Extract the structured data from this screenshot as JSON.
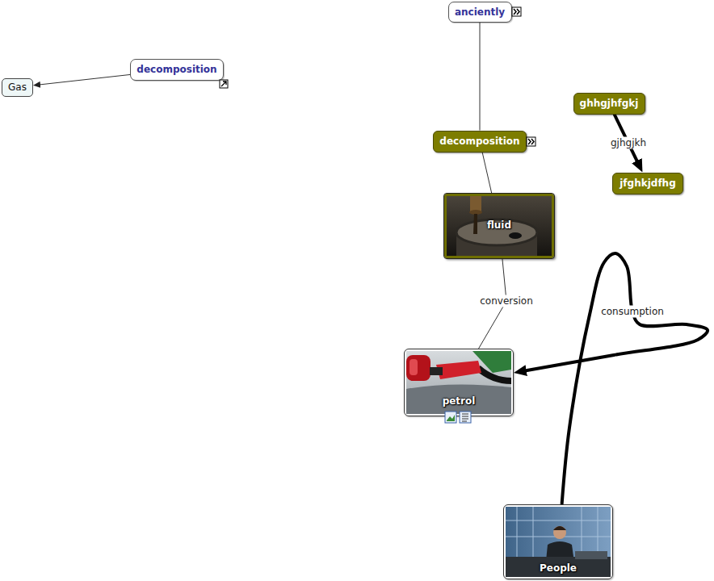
{
  "diagram": {
    "nodes": [
      {
        "text": [
          "anciently"
        ]
      },
      {
        "text": [
          "decomposition"
        ]
      },
      {
        "text": [
          "Gas"
        ]
      },
      {
        "text": [
          "ghhgjhfgkj"
        ]
      },
      {
        "text": [
          "decomposition"
        ]
      },
      {
        "text": [
          "jfghkjdfhg"
        ]
      },
      {
        "text": [
          "fluid"
        ]
      },
      {
        "text": [
          "petrol"
        ]
      },
      {
        "text": [
          "People"
        ]
      }
    ],
    "edges": [
      {
        "from": 1,
        "to": 2,
        "arrow": "to"
      },
      {
        "from": 0,
        "to": 4,
        "arrow": "none"
      },
      {
        "from": 4,
        "to": 6,
        "arrow": "none"
      },
      {
        "from": 6,
        "to": 7,
        "label": "conversion",
        "arrow": "none"
      },
      {
        "from": 3,
        "to": 5,
        "label": "gjhgjkh",
        "arrow": "to"
      },
      {
        "from": 8,
        "to": 7,
        "label": "consumption",
        "arrow": "to"
      }
    ]
  }
}
